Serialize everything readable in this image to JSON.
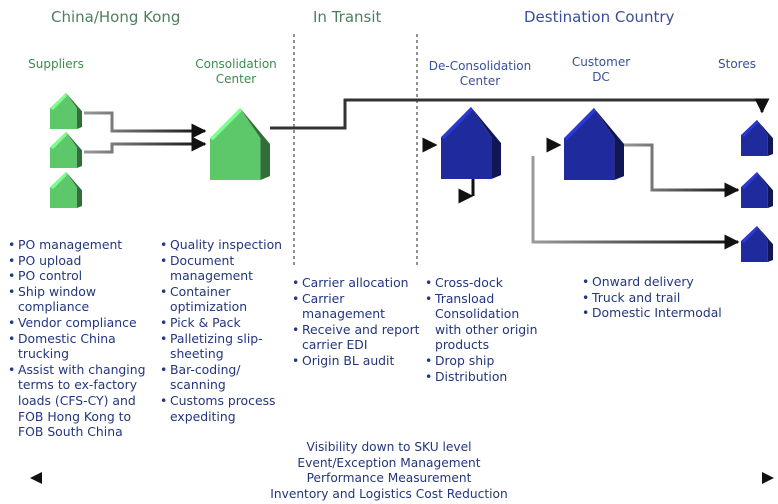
{
  "regions": {
    "origin": "China/Hong Kong",
    "transit": "In Transit",
    "destination": "Destination Country"
  },
  "stages": {
    "suppliers": "Suppliers",
    "consolidation_l1": "Consolidation",
    "consolidation_l2": "Center",
    "deconsolidation_l1": "De-Consolidation",
    "deconsolidation_l2": "Center",
    "customer_dc_l1": "Customer",
    "customer_dc_l2": "DC",
    "stores": "Stores"
  },
  "lists": {
    "suppliers": [
      "PO management",
      "PO upload",
      "PO control",
      "Ship window compliance",
      "Vendor compliance",
      "Domestic China trucking",
      "Assist with changing terms to ex-factory loads (CFS-CY) and FOB Hong Kong to FOB South China"
    ],
    "consolidation": [
      "Quality inspection",
      "Document management",
      "Container optimization",
      "Pick & Pack",
      "Palletizing slip-sheeting",
      "Bar-coding/ scanning",
      "Customs process expediting"
    ],
    "transit": [
      "Carrier allocation",
      "Carrier management",
      "Receive and report carrier EDI",
      "Origin BL audit"
    ],
    "deconsolidation": [
      "Cross-dock",
      "Transload Consolidation with other origin products",
      "Drop ship",
      "Distribution"
    ],
    "customer_dc": [
      "Onward delivery",
      "Truck and trail",
      "Domestic Intermodal"
    ]
  },
  "footer": [
    "Visibility down to SKU level",
    "Event/Exception Management",
    "Performance Measurement",
    "Inventory and Logistics Cost Reduction"
  ],
  "colors": {
    "green_house": "#5cc86a",
    "blue_house": "#1f2a9c",
    "arrow_dark": "#111111",
    "arrow_gray": "#9a9a9a",
    "text_list": "#23367e",
    "text_green": "#3c8c4c",
    "text_blue": "#3a4f9a"
  }
}
